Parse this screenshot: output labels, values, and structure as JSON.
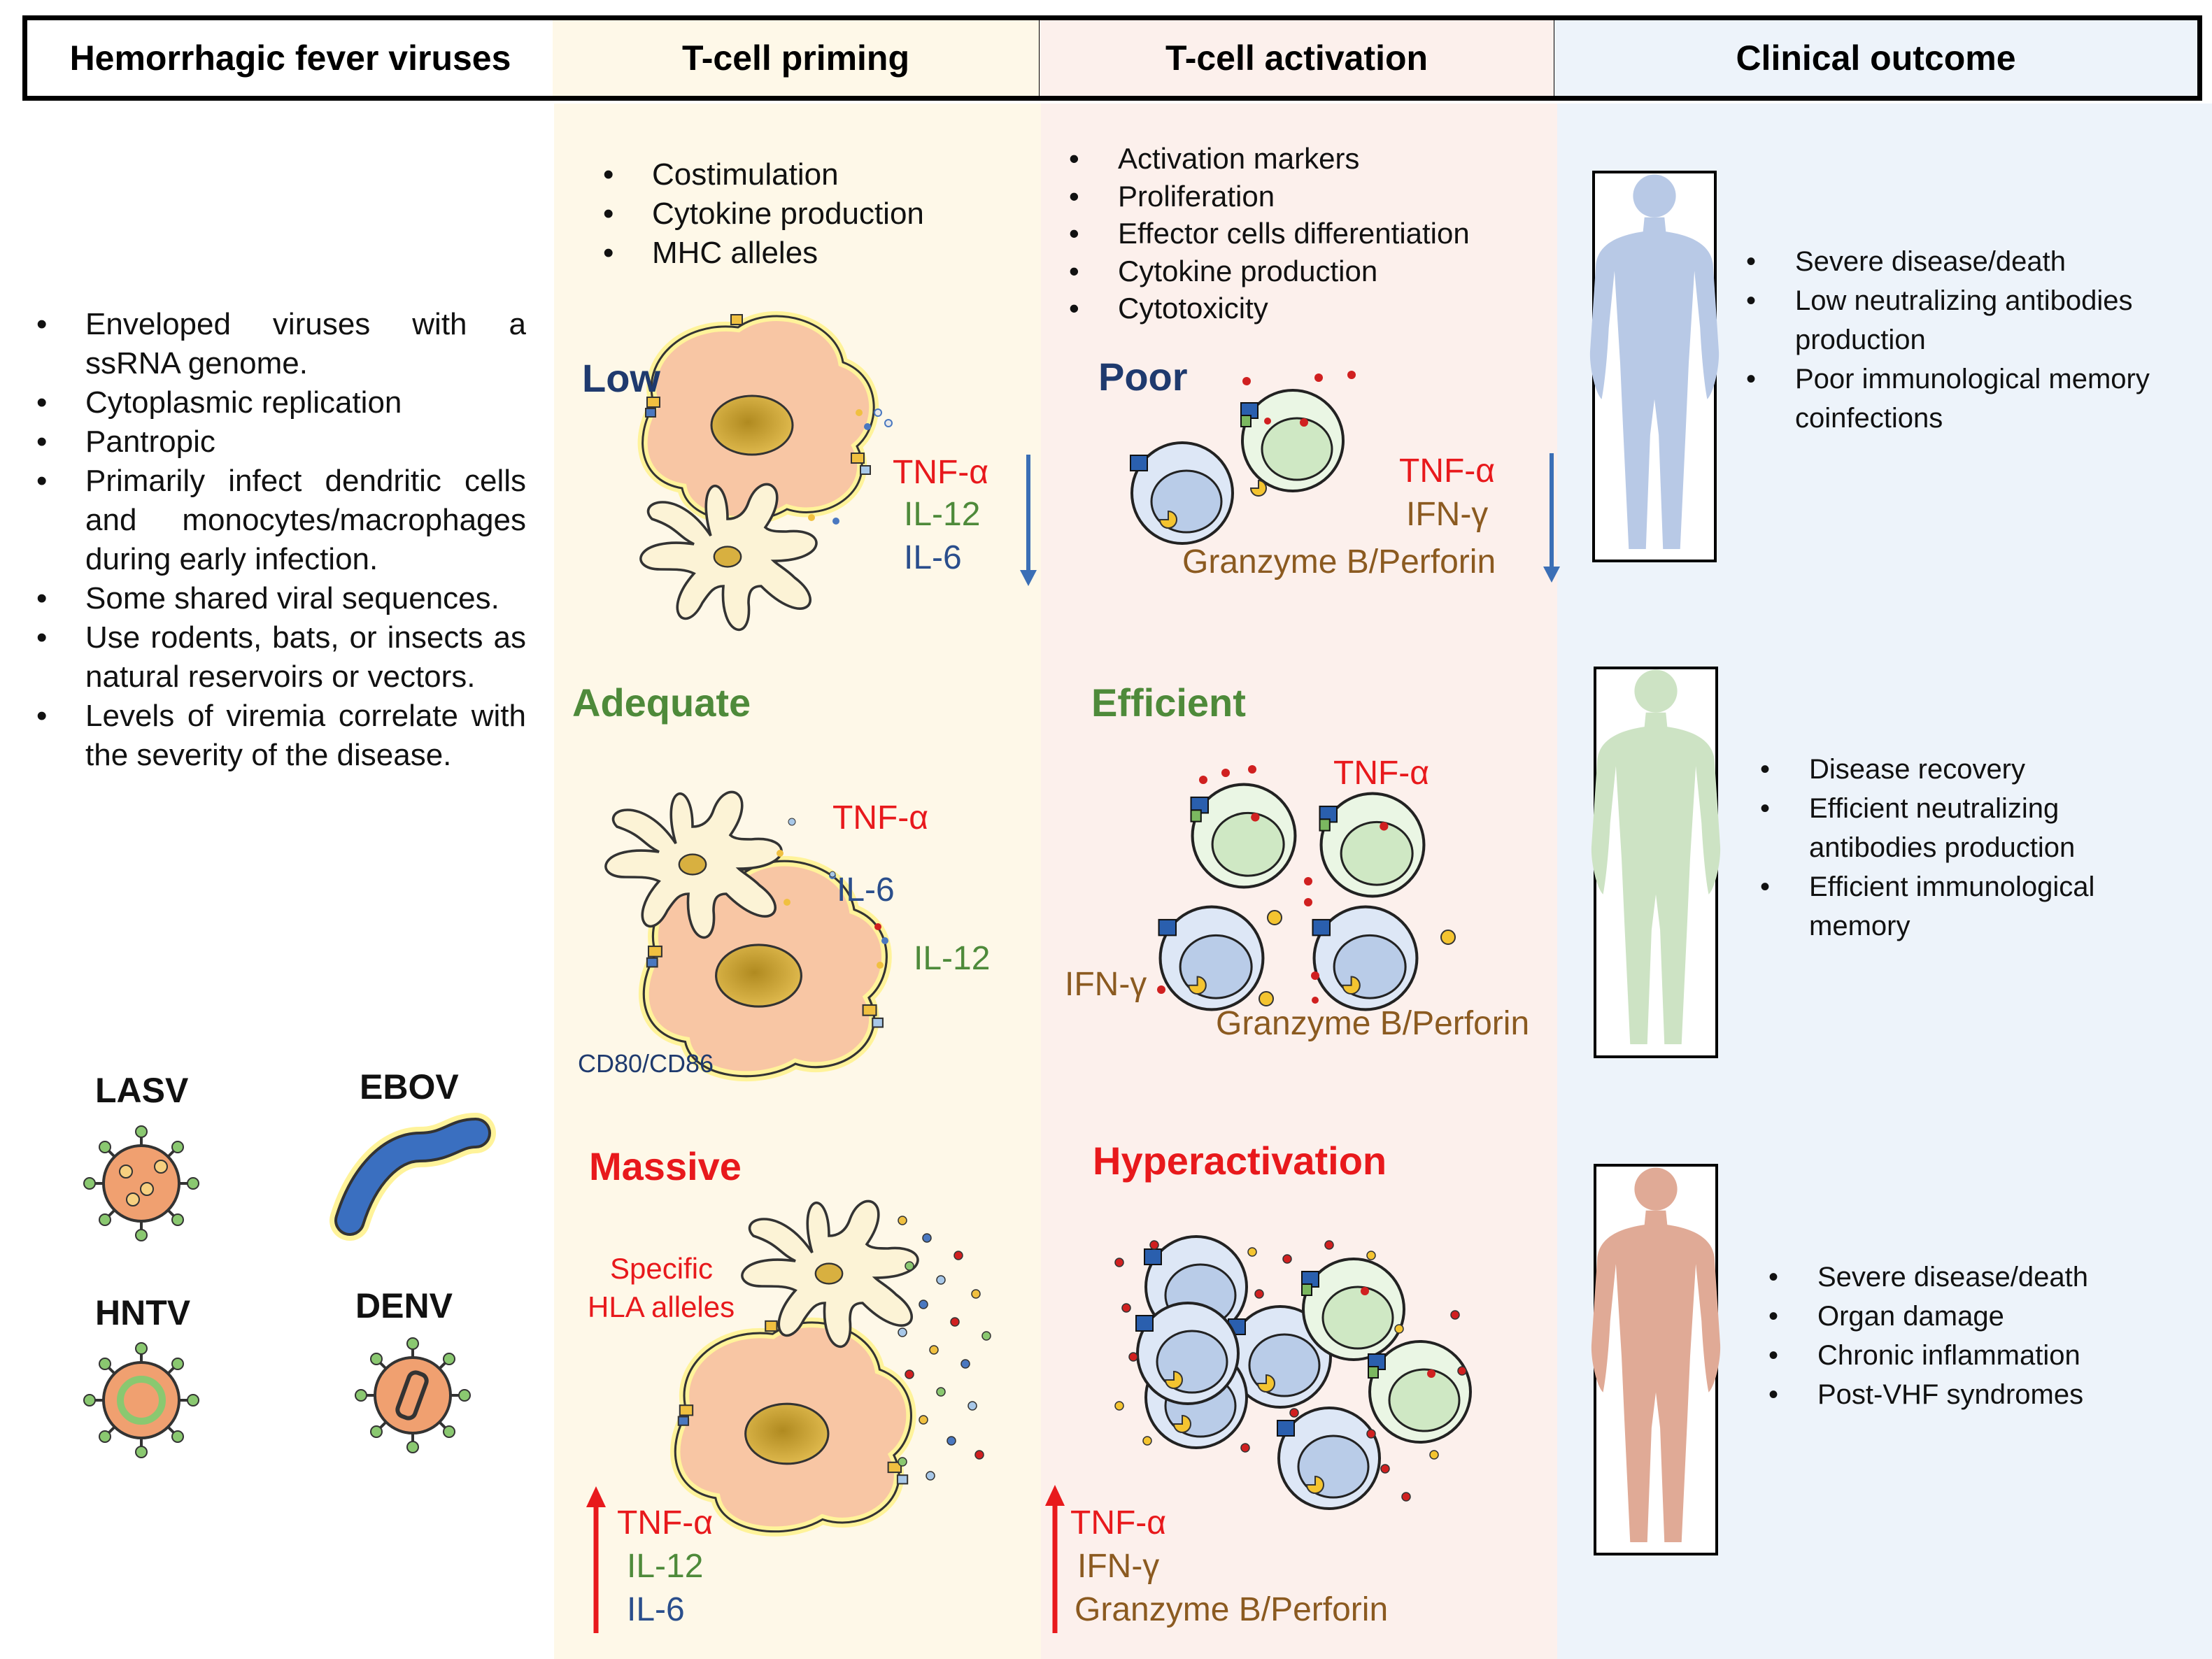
{
  "headers": {
    "viruses": "Hemorrhagic fever viruses",
    "priming": "T-cell priming",
    "activation": "T-cell activation",
    "outcome": "Clinical outcome"
  },
  "viruses": {
    "features": [
      "Enveloped viruses with a ssRNA genome.",
      "Cytoplasmic replication",
      "Pantropic",
      "Primarily infect dendritic cells and monocytes/macrophages during early infection.",
      "Some shared viral sequences.",
      "Use rodents, bats, or insects as natural reservoirs or vectors.",
      "Levels of viremia correlate with the severity of the disease."
    ],
    "names": [
      "LASV",
      "EBOV",
      "HNTV",
      "DENV"
    ]
  },
  "priming": {
    "factors": [
      "Costimulation",
      "Cytokine production",
      "MHC alleles"
    ],
    "low": {
      "label": "Low",
      "cytokines": [
        "TNF-α",
        "IL-12",
        "IL-6"
      ]
    },
    "adequate": {
      "label": "Adequate",
      "cytokines": [
        "TNF-α",
        "IL-6",
        "IL-12"
      ],
      "marker": "CD80/CD86"
    },
    "massive": {
      "label": "Massive",
      "note_line1": "Specific",
      "note_line2": "HLA alleles",
      "cytokines": [
        "TNF-α",
        "IL-12",
        "IL-6"
      ]
    }
  },
  "activation": {
    "factors": [
      "Activation markers",
      "Proliferation",
      "Effector cells differentiation",
      "Cytokine production",
      "Cytotoxicity"
    ],
    "poor": {
      "label": "Poor",
      "cytokines": [
        "TNF-α",
        "IFN-γ",
        "Granzyme B/Perforin"
      ]
    },
    "efficient": {
      "label": "Efficient",
      "cytokines": [
        "TNF-α",
        "IFN-γ",
        "Granzyme B/Perforin"
      ]
    },
    "hyper": {
      "label": "Hyperactivation",
      "cytokines": [
        "TNF-α",
        "IFN-γ",
        "Granzyme B/Perforin"
      ]
    }
  },
  "outcome": {
    "poor": [
      "Severe disease/death",
      "Low neutralizing antibodies production",
      "Poor immunological memory coinfections"
    ],
    "efficient": [
      "Disease recovery",
      "Efficient neutralizing antibodies production",
      "Efficient immunological memory"
    ],
    "hyper": [
      "Severe disease/death",
      "Organ damage",
      "Chronic inflammation",
      "Post-VHF syndromes"
    ]
  },
  "colors": {
    "priming_bg": "#fef8e8",
    "activation_bg": "#fcf0ec",
    "outcome_bg": "#edf3fa",
    "red": "#e8191c",
    "green": "#4e8a3a",
    "blue": "#2a4e8c",
    "brown": "#8b5a20",
    "macrophage": "#f8c6a4",
    "dendritic": "#fcf3d6",
    "tcell_blue": "#b9cce8",
    "tcell_green": "#cfe8c4",
    "body_blue": "#b8c9e6",
    "body_green": "#cde3c4",
    "body_red": "#e0aa96"
  }
}
